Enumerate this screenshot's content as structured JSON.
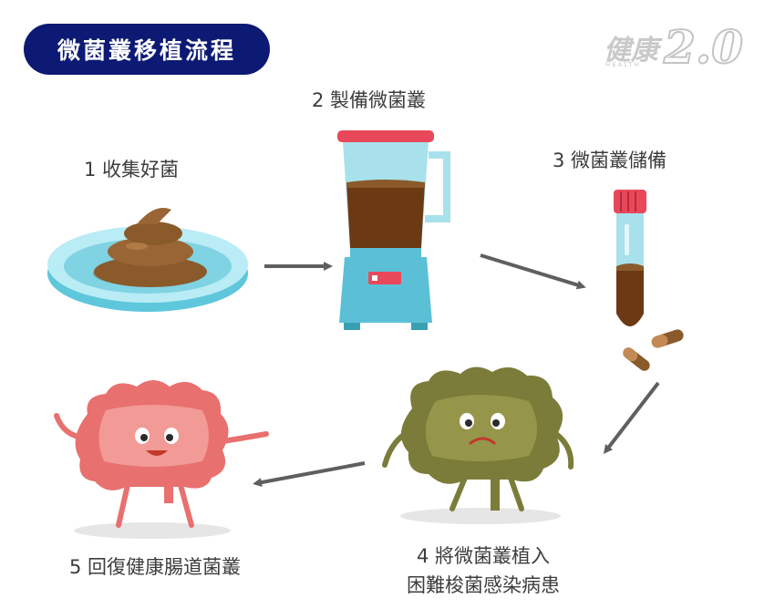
{
  "header": {
    "title": "微菌叢移植流程"
  },
  "logo": {
    "text_cjk": "健康",
    "text_num": "2.0",
    "text_sub": "HEALTH"
  },
  "steps": [
    {
      "label": "1 收集好菌"
    },
    {
      "label": "2 製備微菌叢"
    },
    {
      "label": "3 微菌叢儲備"
    },
    {
      "label": "4 將微菌叢植入",
      "label_line2": "困難梭菌感染病患"
    },
    {
      "label": "5 回復健康腸道菌叢"
    }
  ],
  "colors": {
    "title_bg": "#0d1a73",
    "arrow": "#5f5f5f",
    "stool": "#8a5a2b",
    "dish": "#7fd3e3",
    "blender": "#5bc0d6",
    "sick_colon": "#7b7c3a",
    "healthy_colon": "#e8706f"
  }
}
